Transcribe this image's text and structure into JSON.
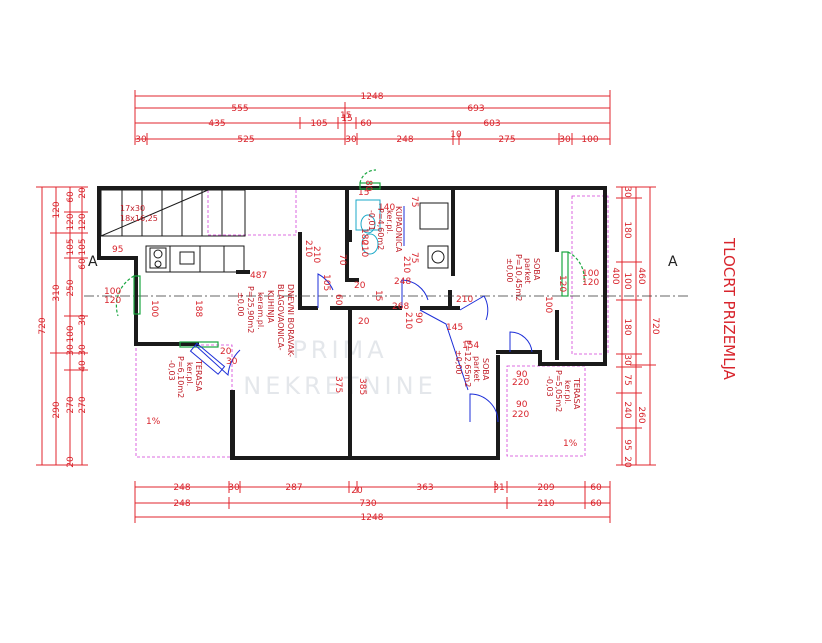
{
  "title": "TLOCRT PRIZEMLJA",
  "section_marks": [
    "A",
    "A"
  ],
  "watermark": [
    "PRIMA",
    "NEKRETNINE"
  ],
  "dims_top": {
    "row1": [
      "1248"
    ],
    "row2": [
      "555",
      "693"
    ],
    "row3": [
      "435",
      "105",
      "15",
      "60",
      "603"
    ],
    "row4": [
      "30",
      "525",
      "30",
      "248",
      "10",
      "275",
      "30",
      "100"
    ],
    "small": [
      "15",
      "140"
    ]
  },
  "dims_bottom": {
    "row1": [
      "248",
      "30",
      "287",
      "20",
      "363",
      "31",
      "209",
      "60"
    ],
    "row2": [
      "248",
      "730",
      "210",
      "60"
    ],
    "row3": [
      "1248"
    ]
  },
  "dims_left": {
    "outer": "720",
    "mid": [
      "120",
      "310",
      "290"
    ],
    "inner": [
      "60",
      "120",
      "105",
      "250",
      "100",
      "30",
      "270",
      "20"
    ],
    "inner2": [
      "20",
      "120",
      "105",
      "60",
      "30",
      "30",
      "40",
      "270"
    ]
  },
  "dims_right": {
    "outer": "720",
    "mid": [
      "460",
      "260"
    ],
    "inner": [
      "30",
      "180",
      "100",
      "400",
      "180",
      "30",
      "75",
      "240",
      "95",
      "20"
    ]
  },
  "rooms": {
    "dnevni": [
      "DNEVNI BORAVAK-",
      "BLAGOVAONICA-",
      "KUHINJA",
      "keram.pl.",
      "P=25,90m2",
      "±0,00"
    ],
    "kupaonica": [
      "KUPAONICA",
      "ker.pl.",
      "P=4,60m2",
      "-0,01"
    ],
    "soba1": [
      "SOBA",
      "parket",
      "P=10,45m2",
      "±0,00"
    ],
    "soba2": [
      "SOBA",
      "parket",
      "P=12,65m2",
      "±0,00"
    ],
    "terasa1": [
      "TERASA",
      "ker.pl.",
      "P=6,10m2",
      "-0,03"
    ],
    "terasa2": [
      "TERASA",
      "ker.pl.",
      "P=5,05m2",
      "-0,03"
    ]
  },
  "stair_label": [
    "17x30",
    "18x16,25"
  ],
  "slope": [
    "1%",
    "1%"
  ],
  "annotations": {
    "doors": [
      "100",
      "120",
      "210",
      "70",
      "210",
      "90",
      "210",
      "75",
      "210",
      "210",
      "90",
      "220",
      "90",
      "220",
      "100",
      "120",
      "100",
      "120"
    ],
    "misc": [
      "487",
      "188",
      "95",
      "375",
      "385",
      "268",
      "248",
      "105",
      "20",
      "20",
      "15",
      "60",
      "80",
      "145",
      "154",
      "100",
      "210",
      "75",
      "180",
      "20",
      "30",
      "15"
    ]
  }
}
